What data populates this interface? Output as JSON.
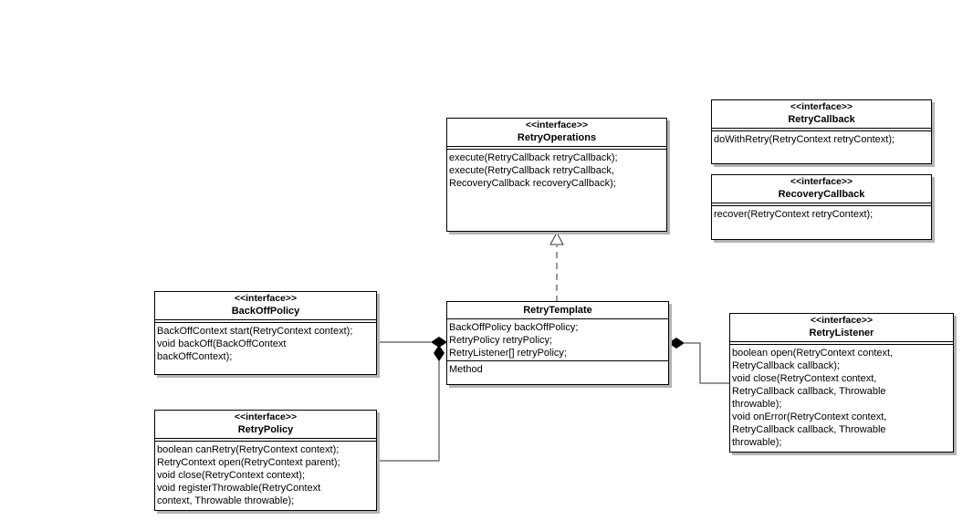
{
  "classes": {
    "retry_operations": {
      "stereotype": "<<interface>>",
      "name": "RetryOperations",
      "methods": [
        "execute(RetryCallback retryCallback);",
        "execute(RetryCallback retryCallback,",
        "RecoveryCallback recoveryCallback);"
      ]
    },
    "retry_callback": {
      "stereotype": "<<interface>>",
      "name": "RetryCallback",
      "methods": [
        "doWithRetry(RetryContext retryContext);"
      ]
    },
    "recovery_callback": {
      "stereotype": "<<interface>>",
      "name": "RecoveryCallback",
      "methods": [
        "recover(RetryContext retryContext);"
      ]
    },
    "back_off_policy": {
      "stereotype": "<<interface>>",
      "name": "BackOffPolicy",
      "methods": [
        "BackOffContext start(RetryContext context);",
        "void backOff(BackOffContext",
        "backOffContext);"
      ]
    },
    "retry_template": {
      "name": "RetryTemplate",
      "attributes": [
        "BackOffPolicy backOffPolicy;",
        "RetryPolicy retryPolicy;",
        "RetryListener[] retryPolicy;"
      ],
      "methods": [
        "Method"
      ]
    },
    "retry_listener": {
      "stereotype": "<<interface>>",
      "name": "RetryListener",
      "methods": [
        "boolean open(RetryContext context,",
        "RetryCallback callback);",
        "void close(RetryContext context,",
        "RetryCallback callback, Throwable",
        "throwable);",
        "void onError(RetryContext context,",
        "RetryCallback callback, Throwable",
        "throwable);"
      ]
    },
    "retry_policy": {
      "stereotype": "<<interface>>",
      "name": "RetryPolicy",
      "methods": [
        "boolean canRetry(RetryContext context);",
        "RetryContext open(RetryContext parent);",
        "void close(RetryContext context);",
        "void registerThrowable(RetryContext",
        "context, Throwable throwable);"
      ]
    }
  },
  "relationships": [
    {
      "type": "realization",
      "from": "RetryTemplate",
      "to": "RetryOperations",
      "line_style": "dashed",
      "end": "hollow-triangle"
    },
    {
      "type": "composition",
      "from": "RetryTemplate",
      "to": "BackOffPolicy",
      "end": "filled-diamond"
    },
    {
      "type": "composition",
      "from": "RetryTemplate",
      "to": "RetryPolicy",
      "end": "filled-diamond"
    },
    {
      "type": "composition",
      "from": "RetryTemplate",
      "to": "RetryListener",
      "end": "filled-diamond"
    }
  ],
  "colors": {
    "line": "#000000",
    "connector": "#555555",
    "shadow": "#b3b3b3",
    "background": "#ffffff"
  }
}
